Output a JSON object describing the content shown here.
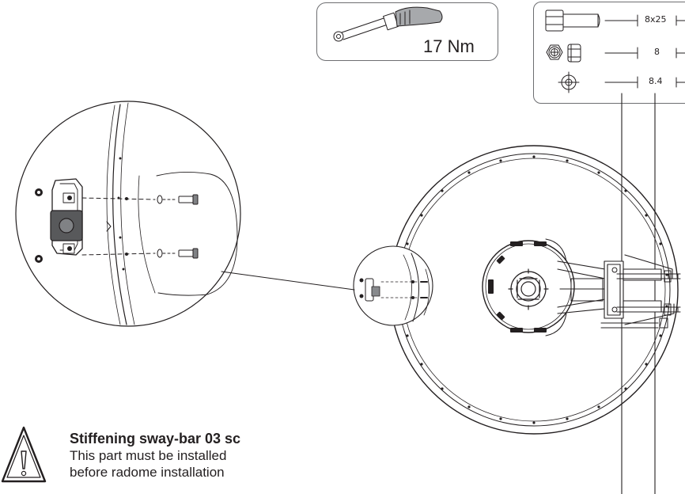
{
  "torque": {
    "value": "17 Nm",
    "tool_icon": "torque-wrench-icon"
  },
  "hardware": [
    {
      "icon": "hex-bolt-icon",
      "size": "8x25"
    },
    {
      "icon": "hex-nut-icon",
      "size": "8"
    },
    {
      "icon": "washer-icon",
      "size": "8.4"
    }
  ],
  "warning": {
    "icon": "warning-triangle-icon",
    "title": "Stiffening sway-bar 03 sc",
    "line1": "This part must be installed",
    "line2": "before radome installation"
  }
}
